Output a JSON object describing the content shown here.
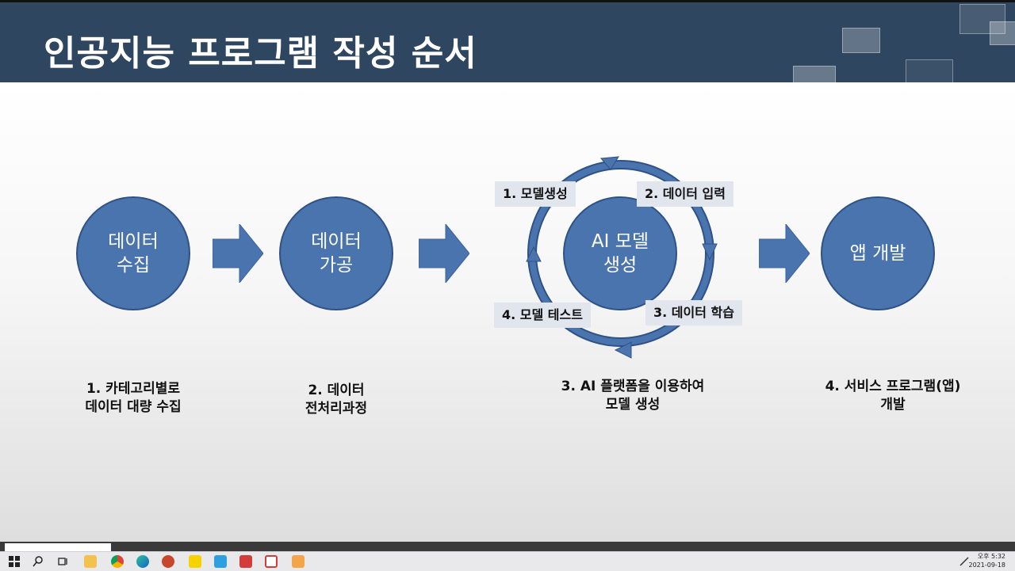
{
  "slide": {
    "title": "인공지능 프로그램 작성 순서",
    "steps": [
      {
        "circle_line1": "데이터",
        "circle_line2": "수집",
        "caption_line1": "1. 카테고리별로",
        "caption_line2": "데이터 대량 수집"
      },
      {
        "circle_line1": "데이터",
        "circle_line2": "가공",
        "caption_line1": "2. 데이터",
        "caption_line2": "전처리과정"
      },
      {
        "circle_line1": "AI 모델",
        "circle_line2": "생성",
        "caption_line1": "3. AI 플랫폼을 이용하여",
        "caption_line2": "모델 생성"
      },
      {
        "circle_line1": "앱 개발",
        "circle_line2": "",
        "caption_line1": "4. 서비스 프로그램(앱)",
        "caption_line2": "개발"
      }
    ],
    "cycle_labels": [
      "1. 모델생성",
      "2. 데이터 입력",
      "3. 데이터 학습",
      "4. 모델 테스트"
    ]
  },
  "colors": {
    "header_bg": "#2f4660",
    "circle_fill": "#4a74ae",
    "arrow_fill": "#4a74ae",
    "label_bg": "#e1e5ee"
  },
  "taskbar": {
    "icons": [
      "windows-start-icon",
      "search-icon",
      "task-view-icon",
      "file-explorer-icon",
      "chrome-icon",
      "edge-icon",
      "powerpoint-icon",
      "kakaotalk-icon",
      "app-icon",
      "app-icon-red",
      "app-icon-red-square",
      "app-icon-orange"
    ],
    "clock_time": "오후 5:32",
    "clock_date": "2021-09-18"
  }
}
